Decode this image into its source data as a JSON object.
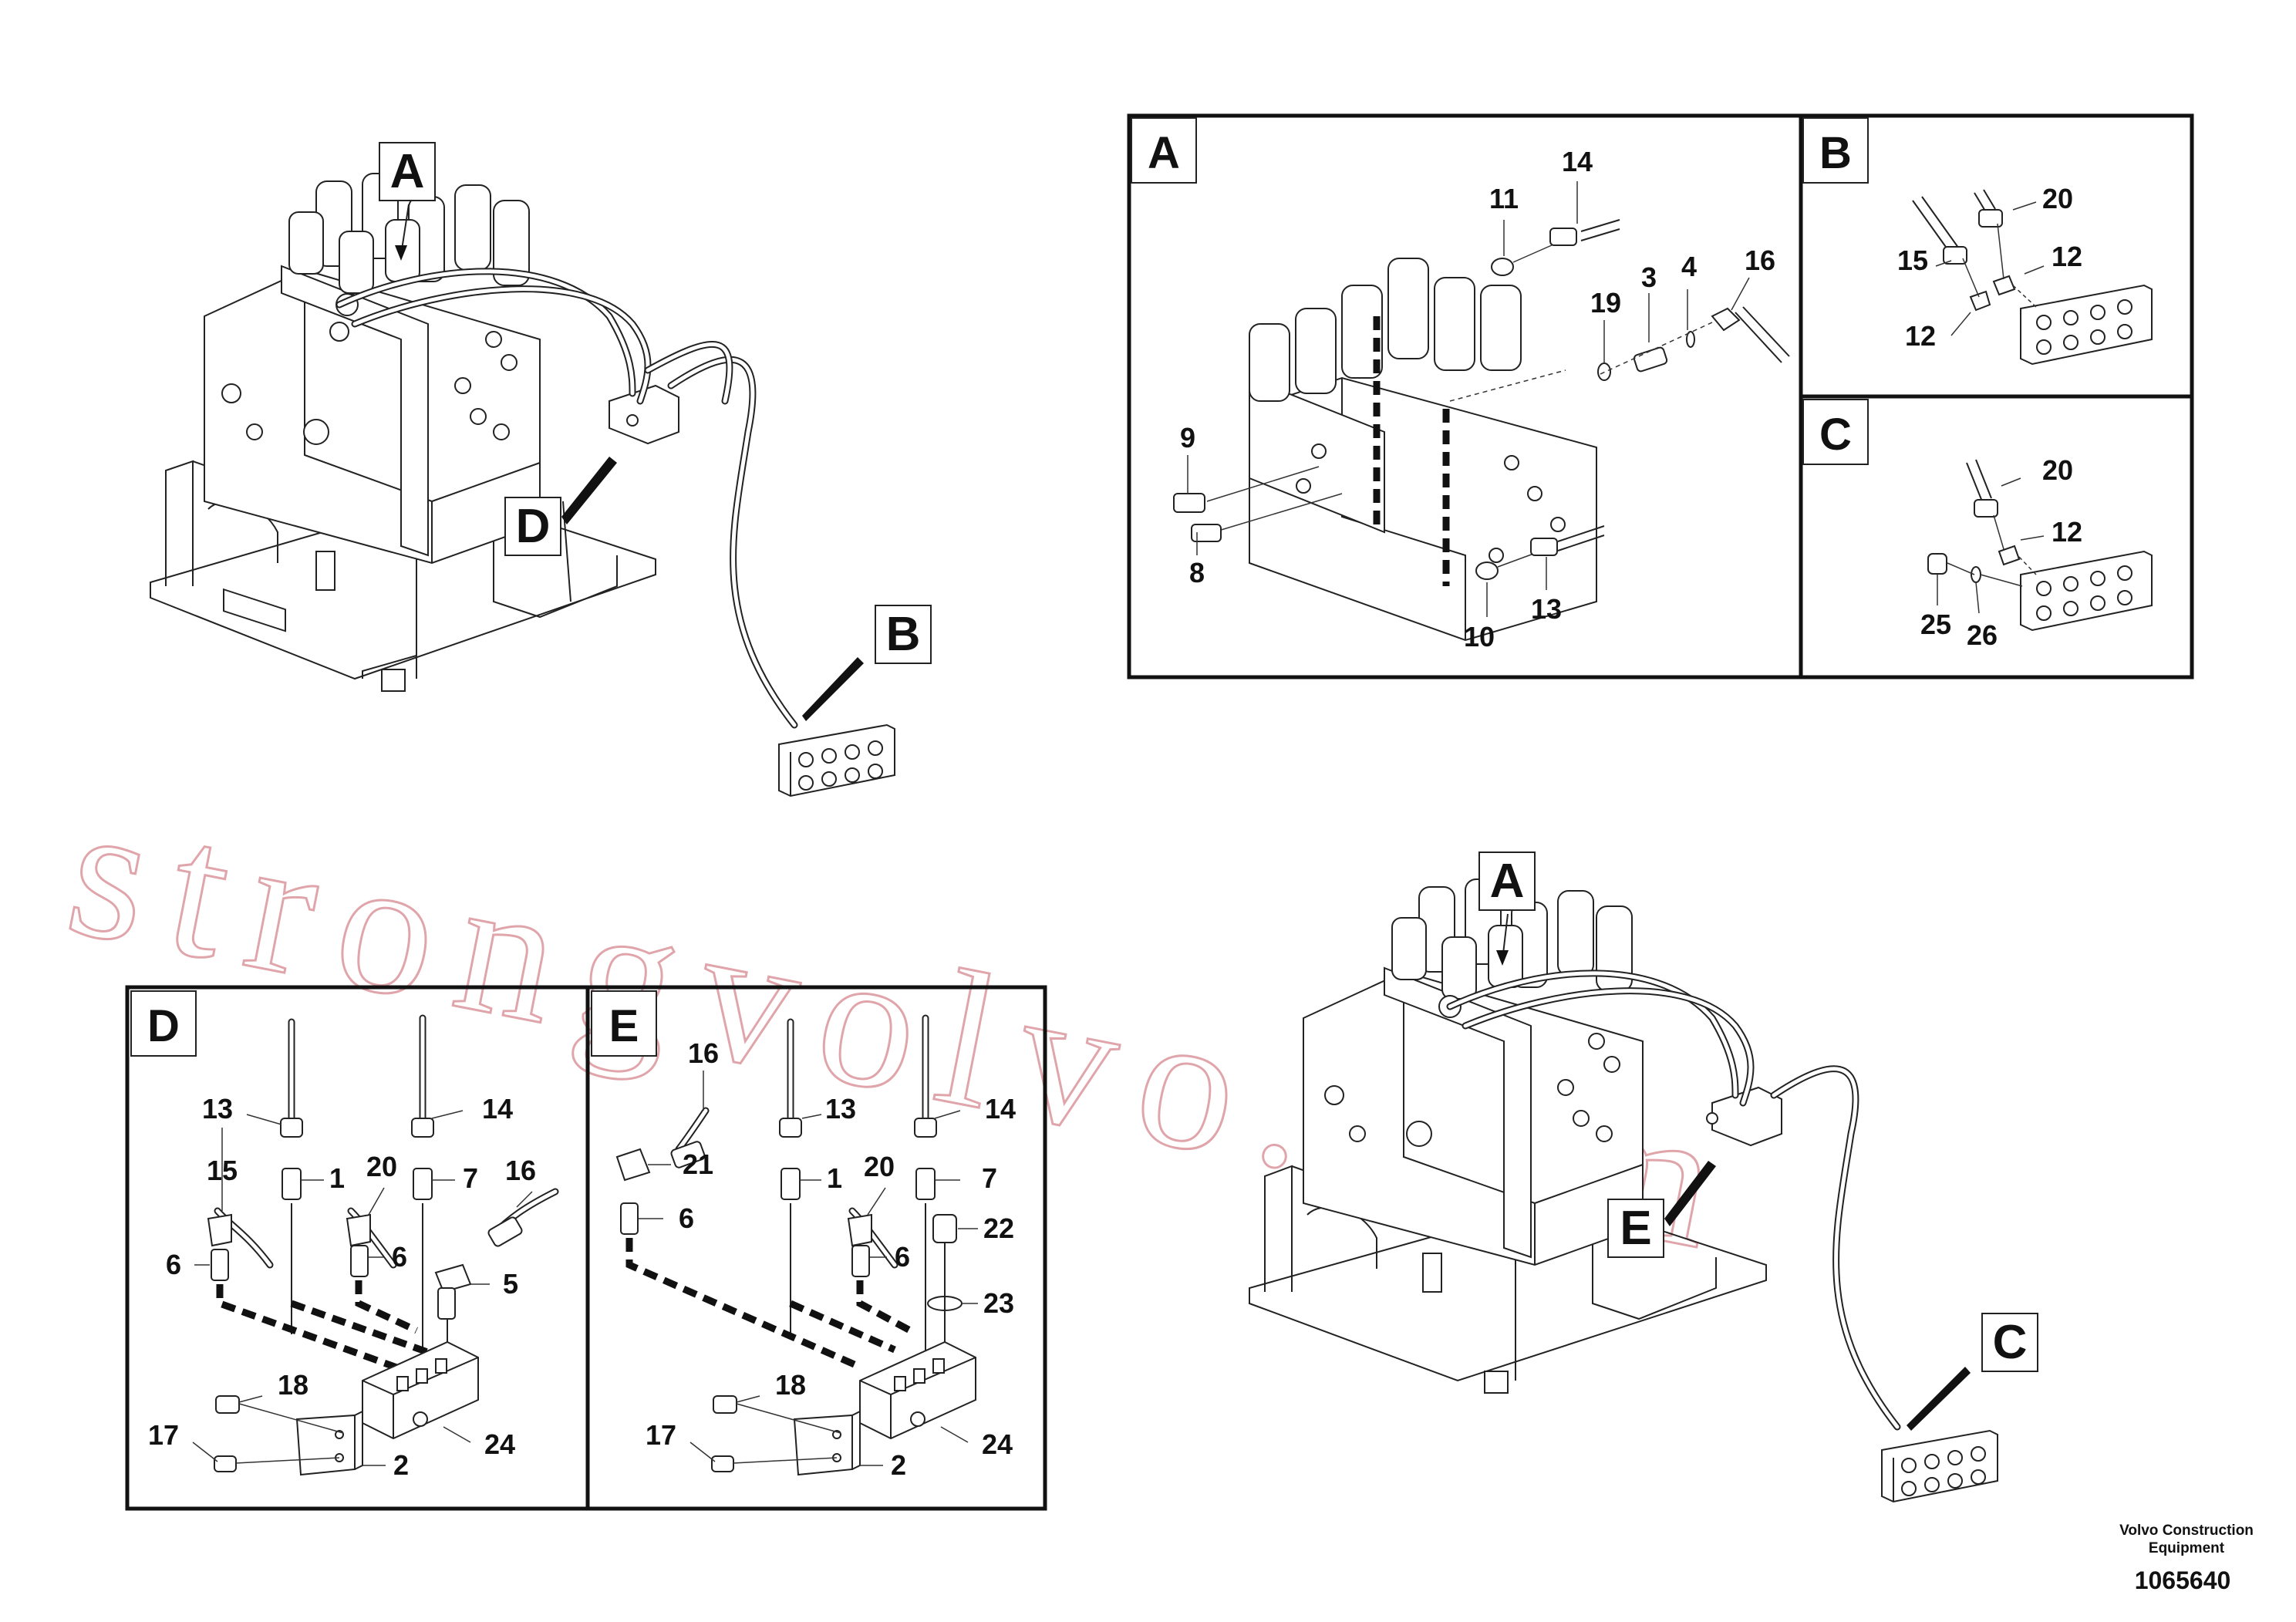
{
  "callouts": {
    "A": [
      "1",
      "2",
      "3",
      "4",
      "5",
      "6",
      "7",
      "8",
      "9",
      "10",
      "11",
      "12",
      "13",
      "14",
      "15",
      "16",
      "17",
      "18",
      "19",
      "20",
      "21",
      "22",
      "23",
      "24",
      "25",
      "26"
    ],
    "panel_A": {
      "n8": "8",
      "n9": "9",
      "n10": "10",
      "n11": "11",
      "n13": "13",
      "n14": "14",
      "n3": "3",
      "n4": "4",
      "n16": "16",
      "n19": "19"
    },
    "panel_B": {
      "n15": "15",
      "n20": "20",
      "n12a": "12",
      "n12b": "12"
    },
    "panel_C": {
      "n20": "20",
      "n12": "12",
      "n25": "25",
      "n26": "26"
    },
    "panel_D": {
      "n13": "13",
      "n14": "14",
      "n15": "15",
      "n1": "1",
      "n20": "20",
      "n7": "7",
      "n16": "16",
      "n6a": "6",
      "n6b": "6",
      "n5": "5",
      "n18": "18",
      "n17": "17",
      "n2": "2",
      "n24": "24"
    },
    "panel_E": {
      "n16": "16",
      "n13": "13",
      "n14": "14",
      "n21": "21",
      "n1": "1",
      "n20": "20",
      "n7": "7",
      "n6a": "6",
      "n6b": "6",
      "n22": "22",
      "n23": "23",
      "n18": "18",
      "n17": "17",
      "n2": "2",
      "n24": "24"
    }
  },
  "view_labels": {
    "top_A": "A",
    "top_D": "D",
    "top_B": "B",
    "bot_A": "A",
    "bot_E": "E",
    "bot_C": "C"
  },
  "panel_titles": {
    "A": "A",
    "B": "B",
    "C": "C",
    "D": "D",
    "E": "E"
  },
  "watermark": "strongvolvo.com",
  "credit": {
    "line1": "Volvo Construction",
    "line2": "Equipment"
  },
  "document_number": "1065640"
}
